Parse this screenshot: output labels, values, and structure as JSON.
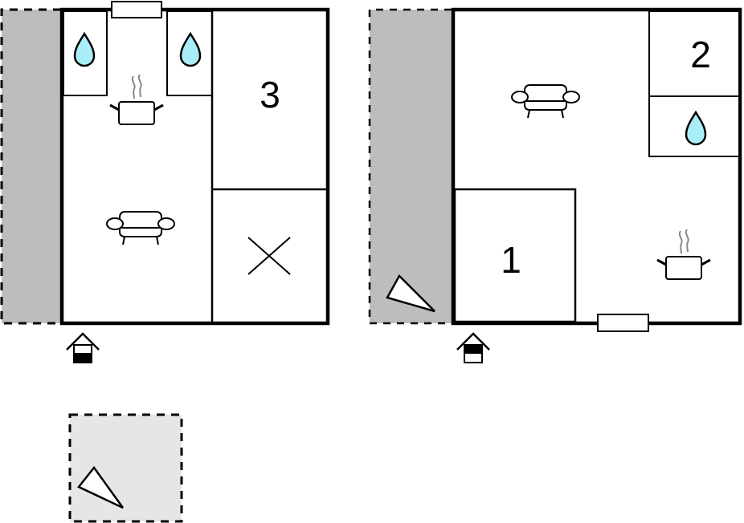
{
  "colors": {
    "wall": "#000000",
    "terrace": "#bdbdbd",
    "terrace_light": "#e6e6e6",
    "water": "#a9eef7",
    "steam": "#888888",
    "background": "#ffffff"
  },
  "floors": [
    {
      "name": "left-floor",
      "rooms": [
        {
          "id": "bathroom-left",
          "icon": "water-drop-icon"
        },
        {
          "id": "bathroom-right",
          "icon": "water-drop-icon"
        },
        {
          "id": "kitchen-living",
          "icons": [
            "cooking-pot-icon",
            "sofa-icon"
          ]
        },
        {
          "id": "bedroom-3",
          "label": "3"
        },
        {
          "id": "storage",
          "icon": "cross-icon"
        }
      ],
      "window": "top",
      "entrance": "entrance-icon",
      "terrace": "left-side"
    },
    {
      "name": "right-floor",
      "rooms": [
        {
          "id": "living",
          "icon": "sofa-icon"
        },
        {
          "id": "bedroom-2",
          "label": "2"
        },
        {
          "id": "bathroom",
          "icon": "water-drop-icon"
        },
        {
          "id": "bedroom-1",
          "label": "1"
        },
        {
          "id": "kitchen",
          "icon": "cooking-pot-icon"
        }
      ],
      "window": "bottom",
      "entrance": "entrance-icon",
      "terrace": "left-side-with-sun-lounger"
    }
  ],
  "outdoor": {
    "area": "patio",
    "icon": "sun-lounger-icon"
  },
  "labels": {
    "room3": "3",
    "room2": "2",
    "room1": "1"
  }
}
